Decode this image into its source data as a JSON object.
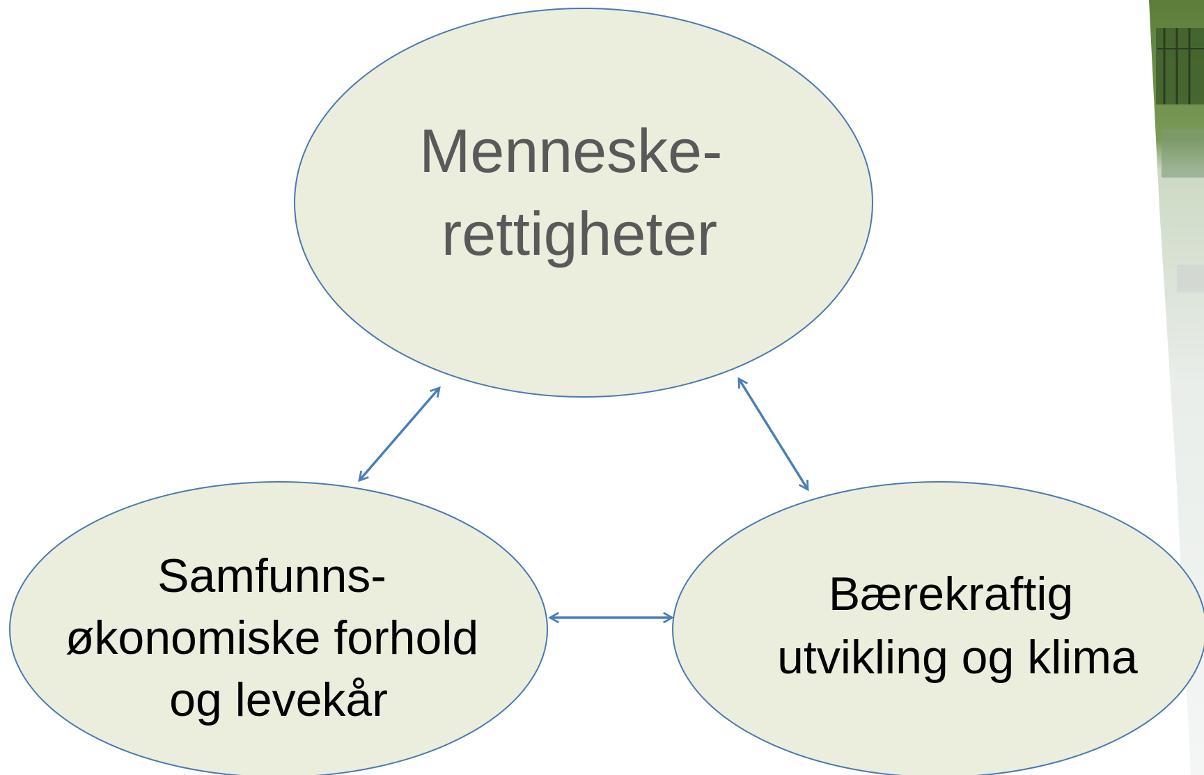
{
  "colors": {
    "node_fill": "#ebeedd",
    "node_stroke": "#4a78b5",
    "arrow": "#4a7ebb",
    "top_text": "#595959",
    "bottom_text": "#000000"
  },
  "nodes": {
    "human_rights": {
      "lines": [
        "Menneske-",
        "rettigheter"
      ]
    },
    "socioeconomic": {
      "lines": [
        "Samfunns-",
        "økonomiske forhold",
        "og levekår"
      ]
    },
    "sustainable": {
      "lines": [
        "Bærekraftig",
        "utvikling og klima"
      ]
    }
  },
  "photo": {
    "description_icon": "cropped-photo-edge"
  }
}
